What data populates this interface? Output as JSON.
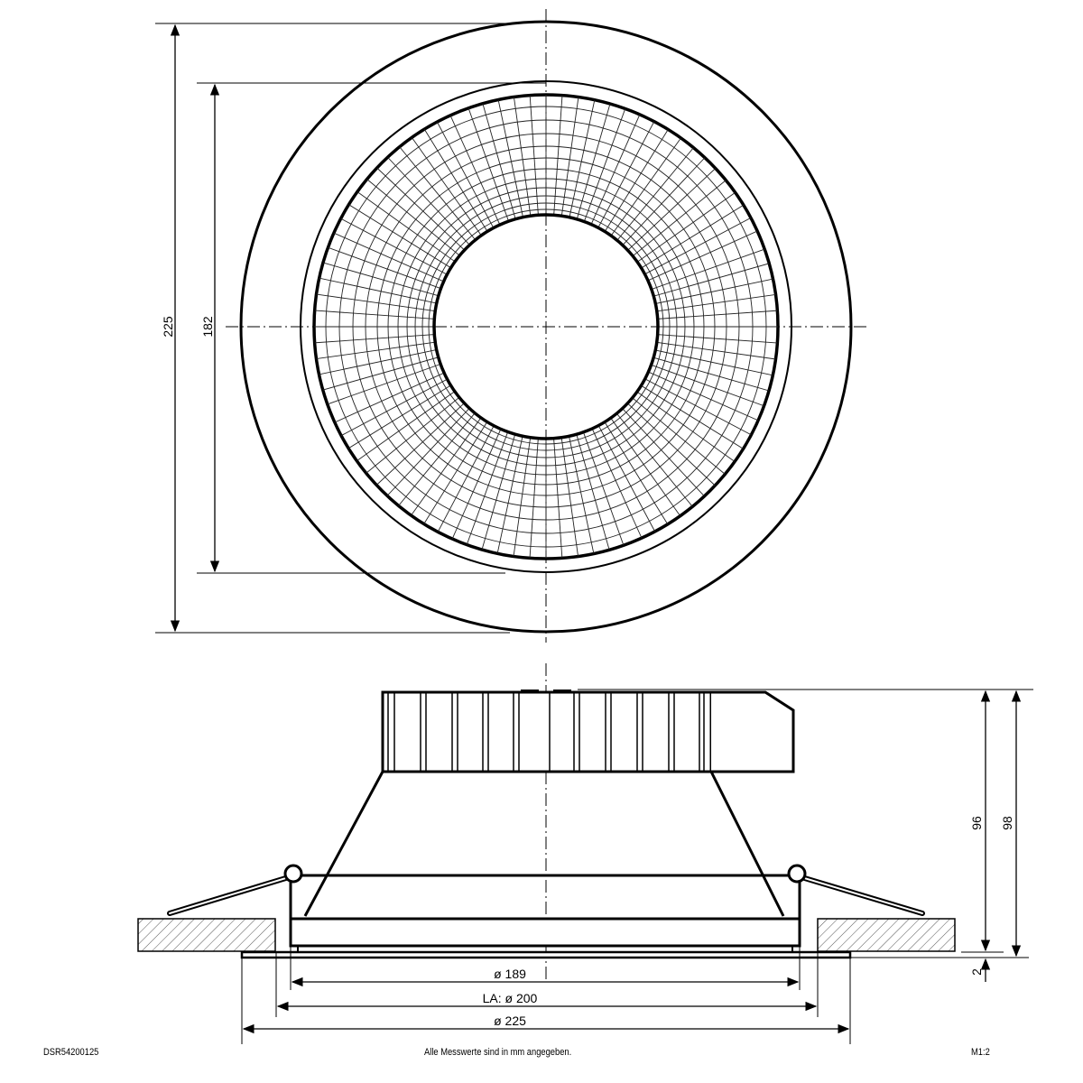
{
  "top_view": {
    "dim_outer_diameter": "225",
    "dim_reflector_diameter": "182"
  },
  "side_view": {
    "dim_height_total": "98",
    "dim_height_body": "96",
    "dim_flange": "2",
    "dim_diameter_body": "ø 189",
    "dim_cutout": "LA: ø 200",
    "dim_diameter_outer": "ø 225"
  },
  "footer": {
    "article_number": "DSR54200125",
    "note": "Alle Messwerte sind in mm angegeben.",
    "scale": "M1:2"
  },
  "colors": {
    "line": "#000000",
    "background": "#ffffff"
  }
}
